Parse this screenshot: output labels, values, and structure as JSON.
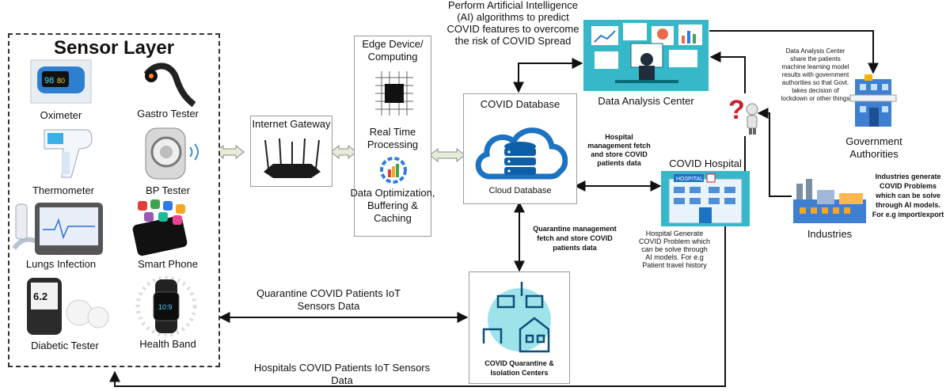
{
  "sensor_layer": {
    "title": "Sensor Layer",
    "sensors": [
      "Oximeter",
      "Gastro Tester",
      "Thermometer",
      "BP Tester",
      "Lungs Infection",
      "Smart Phone",
      "Diabetic Tester",
      "Health Band"
    ]
  },
  "gateway": {
    "label": "Internet Gateway"
  },
  "edge": {
    "title_line1": "Edge Device/",
    "title_line2": "Computing",
    "real_time_1": "Real Time",
    "real_time_2": "Processing",
    "opt_1": "Data Optimization,",
    "opt_2": "Buffering &",
    "opt_3": "Caching"
  },
  "database": {
    "title": "COVID Database",
    "cloud_label": "Cloud Database"
  },
  "ai_note": {
    "line1": "Perform Artificial Intelligence",
    "line2": "(AI) algorithms to predict",
    "line3": "COVID features to overcome",
    "line4": "the risk of COVID Spread"
  },
  "analysis": {
    "label": "Data Analysis Center"
  },
  "analysis_note": {
    "line1": "Data Analysis Center",
    "line2": "share the patients",
    "line3": "machine learning model",
    "line4": "results with government",
    "line5": "authorities so that Govt.",
    "line6": "takes decision of",
    "line7": "lockdown or other things"
  },
  "government": {
    "line1": "Government",
    "line2": "Authorities"
  },
  "hospital": {
    "title": "COVID Hospital",
    "sign": "HOSPITAL"
  },
  "hospital_fetch": {
    "line1": "Hospital",
    "line2": "management fetch",
    "line3": "and store  COVID",
    "line4": "patients data"
  },
  "hospital_note": {
    "line1": "Hospital Generate",
    "line2": "COVID Problem which",
    "line3": "can be solve through",
    "line4": "AI models. For e.g",
    "line5": "Patient travel history"
  },
  "industries": {
    "label": "Industries"
  },
  "industries_note": {
    "line1": "Industries generate",
    "line2": "COVID Problems",
    "line3": "which can be solve",
    "line4": "through AI models.",
    "line5": "For e.g import/export"
  },
  "quarantine_fetch": {
    "line1": "Quarantine management",
    "line2": "fetch and store  COVID",
    "line3": "patients data"
  },
  "quarantine_data": {
    "line1": "Quarantine COVID Patients IoT",
    "line2": "Sensors Data"
  },
  "quarantine_center": {
    "line1": "COVID Quarantine &",
    "line2": "Isolation Centers"
  },
  "hospitals_data": {
    "line1": "Hospitals COVID Patients IoT Sensors",
    "line2": "Data"
  },
  "colors": {
    "cloud_blue": "#1b73c2",
    "teal": "#37b8c9",
    "arrow": "#111111",
    "robot_red": "#c8202a"
  }
}
